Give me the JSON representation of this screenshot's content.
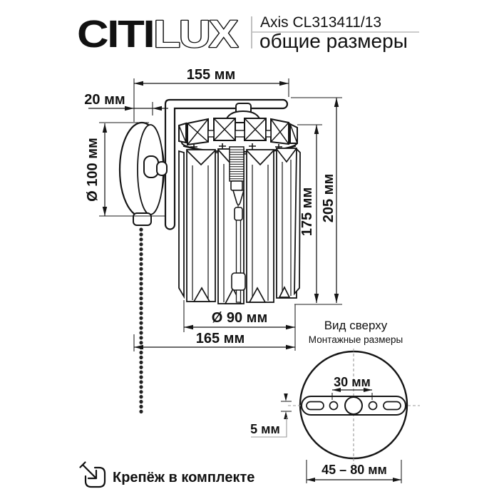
{
  "brand": {
    "solid": "CITI",
    "outline": "LUX"
  },
  "header": {
    "model": "Axis CL313411/13",
    "subtitle": "общие размеры"
  },
  "dimensions": {
    "arm_length": "155 мм",
    "plate_depth": "20 мм",
    "plate_diameter": "Ø 100 мм",
    "shade_height": "175 мм",
    "total_height": "205 мм",
    "shade_diameter": "Ø 90 мм",
    "total_width": "165 мм"
  },
  "top_view": {
    "title": "Вид сверху",
    "subtitle": "Монтажные размеры",
    "hole_spacing": "30 мм",
    "slot_height": "5 мм",
    "mount_range": "45 – 80 мм"
  },
  "footer": {
    "note": "Крепёж в комплекте"
  },
  "colors": {
    "ink": "#111111",
    "line_gray": "#999999",
    "background": "#ffffff"
  }
}
